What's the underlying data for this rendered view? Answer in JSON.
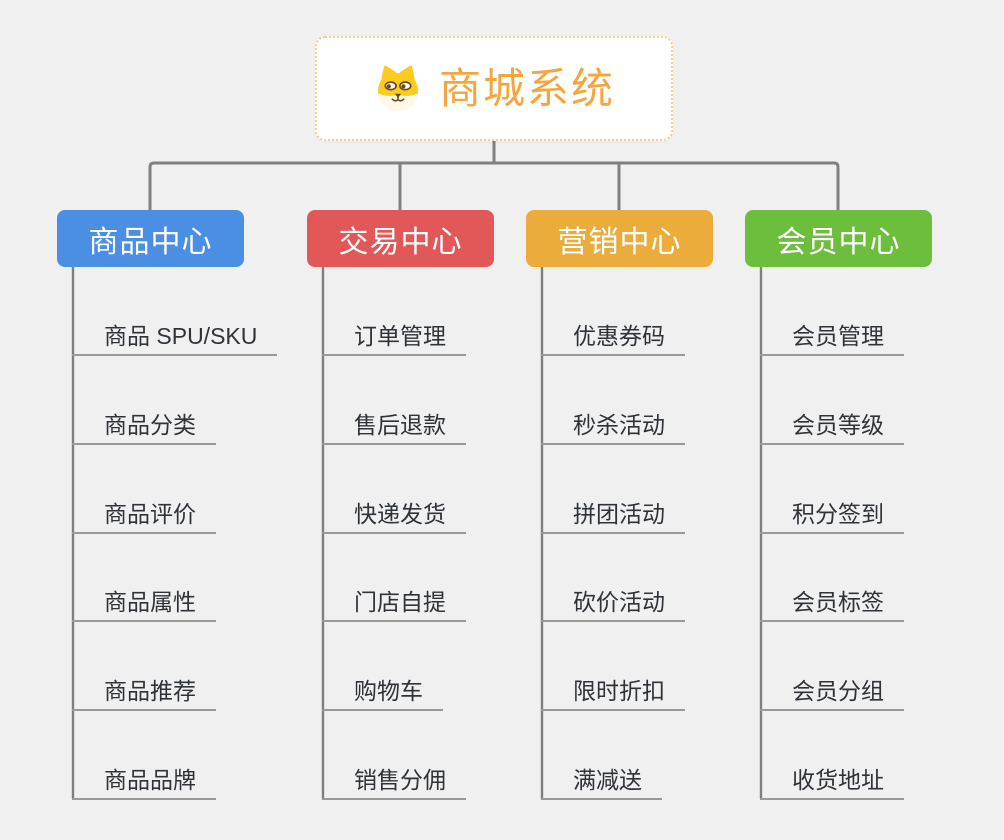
{
  "title": "商城系统",
  "root": {
    "label": "商城系统",
    "icon": "dog-face-icon"
  },
  "colors": {
    "background": "#F0F0F1",
    "connector": "#808080",
    "trunk": "#7F7F7F",
    "underline": "#999999",
    "leaf_text": "#2F3338",
    "root_text": "#F5A53E",
    "root_border": "#F7CA90",
    "branch_text": "#FFFFFF",
    "icon_yellow": "#FBCB1E",
    "icon_cream": "#FEF8EA",
    "icon_brown": "#6B4A16"
  },
  "branches": [
    {
      "label": "商品中心",
      "color": "#4A8FE4",
      "children": [
        "商品 SPU/SKU",
        "商品分类",
        "商品评价",
        "商品属性",
        "商品推荐",
        "商品品牌"
      ]
    },
    {
      "label": "交易中心",
      "color": "#E25858",
      "children": [
        "订单管理",
        "售后退款",
        "快递发货",
        "门店自提",
        "购物车",
        "销售分佣"
      ]
    },
    {
      "label": "营销中心",
      "color": "#EBAC3B",
      "children": [
        "优惠券码",
        "秒杀活动",
        "拼团活动",
        "砍价活动",
        "限时折扣",
        "满减送"
      ]
    },
    {
      "label": "会员中心",
      "color": "#6EBE3D",
      "children": [
        "会员管理",
        "会员等级",
        "积分签到",
        "会员标签",
        "会员分组",
        "收货地址"
      ]
    }
  ]
}
